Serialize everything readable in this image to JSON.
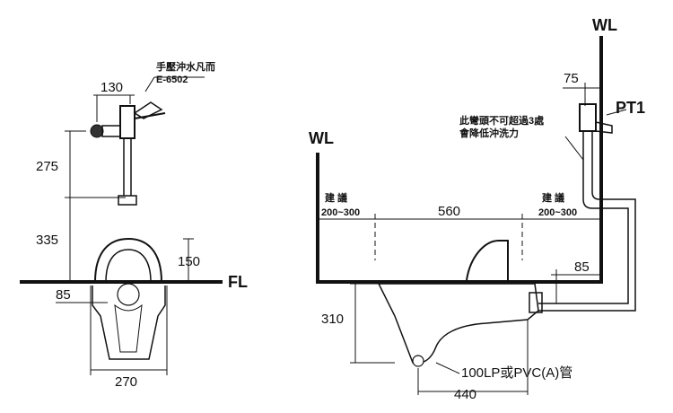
{
  "left_view": {
    "valve_name": "手壓沖水凡而",
    "valve_model": "E-6502",
    "dim_130": "130",
    "dim_275": "275",
    "dim_335": "335",
    "dim_150": "150",
    "dim_85": "85",
    "dim_270": "270",
    "floor_label": "FL"
  },
  "right_view": {
    "wall_left": "WL",
    "wall_right": "WL",
    "dim_75": "75",
    "pt_label": "PT1",
    "note_line1": "此彎頭不可超過3處",
    "note_line2": "會降低沖洗力",
    "suggest_left": "建 議",
    "range_left": "200~300",
    "span": "560",
    "suggest_right": "建 議",
    "range_right": "200~300",
    "dim_85": "85",
    "dim_310": "310",
    "pipe_note": "100LP或PVC(A)管",
    "dim_440": "440"
  }
}
